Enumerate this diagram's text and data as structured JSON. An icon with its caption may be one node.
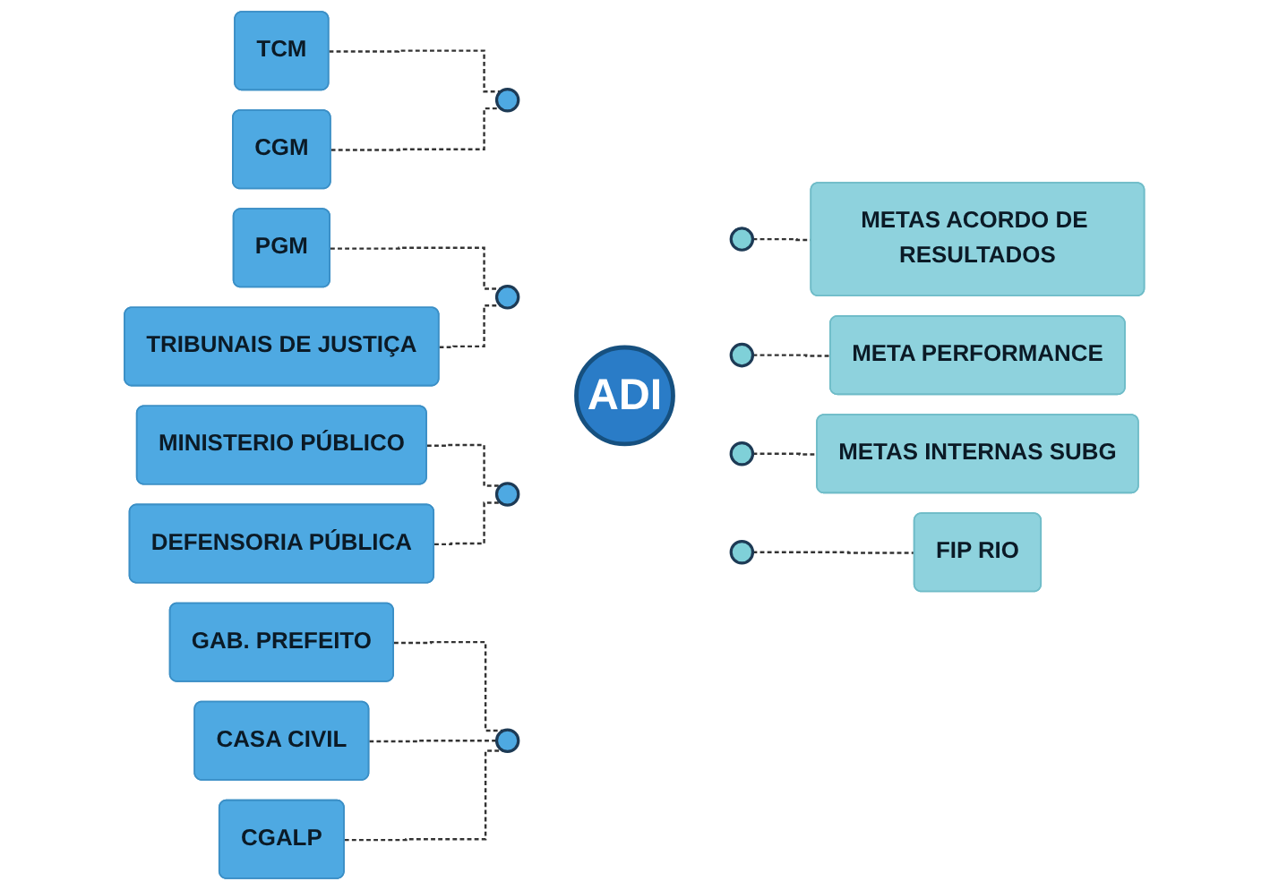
{
  "diagram": {
    "nodes": [
      {
        "text": [
          "TCM"
        ]
      },
      {
        "text": [
          "CGM"
        ]
      },
      {
        "text": [
          "PGM"
        ]
      },
      {
        "text": [
          "TRIBUNAIS DE JUSTIÇA"
        ]
      },
      {
        "text": [
          "MINISTERIO PÚBLICO"
        ]
      },
      {
        "text": [
          "DEFENSORIA PÚBLICA"
        ]
      },
      {
        "text": [
          "GAB. PREFEITO"
        ]
      },
      {
        "text": [
          "CASA CIVIL"
        ]
      },
      {
        "text": [
          "CGALP"
        ]
      },
      {
        "text": [
          "ADI"
        ]
      },
      {
        "text": [],
        "shape": "circle"
      },
      {
        "text": [],
        "shape": "circle"
      },
      {
        "text": [],
        "shape": "circle"
      },
      {
        "text": [],
        "shape": "circle"
      },
      {
        "text": [],
        "shape": "circle"
      },
      {
        "text": [],
        "shape": "circle"
      },
      {
        "text": [],
        "shape": "circle"
      },
      {
        "text": [],
        "shape": "circle"
      },
      {
        "text": [
          "METAS ACORDO DE RESULTADOS"
        ]
      },
      {
        "text": [
          "META PERFORMANCE"
        ]
      },
      {
        "text": [
          "METAS INTERNAS SUBG"
        ]
      },
      {
        "text": [
          "FIP RIO"
        ]
      }
    ],
    "edges": [
      {
        "from": 0,
        "to": 10,
        "arrow": "none",
        "style": "dashed"
      },
      {
        "from": 1,
        "to": 10,
        "arrow": "none",
        "style": "dashed"
      },
      {
        "from": 2,
        "to": 11,
        "arrow": "none",
        "style": "dashed"
      },
      {
        "from": 3,
        "to": 11,
        "arrow": "none",
        "style": "dashed"
      },
      {
        "from": 4,
        "to": 12,
        "arrow": "none",
        "style": "dashed"
      },
      {
        "from": 5,
        "to": 12,
        "arrow": "none",
        "style": "dashed"
      },
      {
        "from": 6,
        "to": 13,
        "arrow": "none",
        "style": "dashed"
      },
      {
        "from": 7,
        "to": 13,
        "arrow": "none",
        "style": "dashed"
      },
      {
        "from": 8,
        "to": 13,
        "arrow": "none",
        "style": "dashed"
      },
      {
        "from": 14,
        "to": 18,
        "arrow": "none",
        "style": "dashed"
      },
      {
        "from": 15,
        "to": 19,
        "arrow": "none",
        "style": "dashed"
      },
      {
        "from": 16,
        "to": 20,
        "arrow": "none",
        "style": "dashed"
      },
      {
        "from": 17,
        "to": 21,
        "arrow": "none",
        "style": "dashed"
      }
    ]
  }
}
